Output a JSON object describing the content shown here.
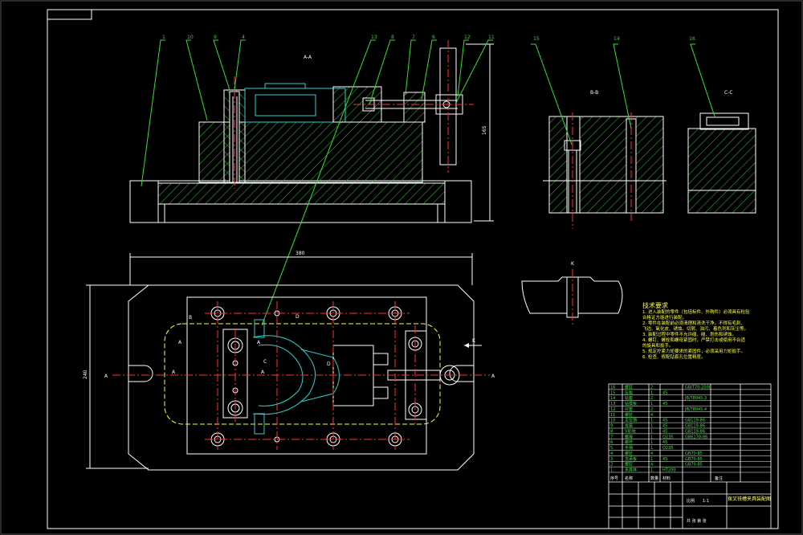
{
  "views": {
    "section_aa": "A-A",
    "section_bb": "B-B",
    "section_cc": "C-C",
    "view_k": "K"
  },
  "dimensions": {
    "top_height": "165",
    "overall_width": "380",
    "plan_height": "240"
  },
  "section_marks": {
    "a": "A",
    "b": "B",
    "c": "C",
    "d": "D",
    "k": "K"
  },
  "leader_numbers": [
    "1",
    "10",
    "9",
    "4",
    "13",
    "8",
    "7",
    "6",
    "12",
    "11",
    "15",
    "14",
    "16"
  ],
  "notes": {
    "title": "技术要求",
    "lines": [
      "1. 进入装配的零件（包括标件、外购件）必须具有检验",
      "合格证方能进行装配。",
      "2. 零件在装配前必须清理和清洗干净，不得有毛刺、",
      "飞边、氧化皮、锈蚀、切屑、油污、着色剂和灰尘等。",
      "3. 装配过程中零件不允许磕、碰、划伤和锈蚀。",
      "4. 螺钉、螺栓和螺母紧固时，严禁打击或使用不合适",
      "的旋具和扳手。",
      "5. 规定拧紧力矩要求的紧固件，必须采用力矩扳手。",
      "6. 检查、修配钻套孔位置精度。"
    ]
  },
  "parts_list": {
    "rows": [
      {
        "no": "16",
        "name": "螺钉",
        "qty": "2",
        "material": "",
        "std": "GB/T70-2000"
      },
      {
        "no": "15",
        "name": "压板",
        "qty": "1",
        "material": "45",
        "std": ""
      },
      {
        "no": "14",
        "name": "钻套",
        "qty": "2",
        "material": "",
        "std": "JB/T8045.3"
      },
      {
        "no": "13",
        "name": "钻模板",
        "qty": "1",
        "material": "45",
        "std": ""
      },
      {
        "no": "12",
        "name": "衬套",
        "qty": "2",
        "material": "",
        "std": "JB/T8045.4"
      },
      {
        "no": "11",
        "name": "螺钉",
        "qty": "4",
        "material": "",
        "std": ""
      },
      {
        "no": "10",
        "name": "定位销",
        "qty": "1",
        "material": "45",
        "std": "GB119-86"
      },
      {
        "no": "9",
        "name": "支座",
        "qty": "1",
        "material": "45",
        "std": "GB119-86"
      },
      {
        "no": "8",
        "name": "V形块",
        "qty": "1",
        "material": "45",
        "std": "GB119-86"
      },
      {
        "no": "7",
        "name": "螺母",
        "qty": "1",
        "material": "Q235",
        "std": "GB6170-86"
      },
      {
        "no": "6",
        "name": "螺杆",
        "qty": "1",
        "material": "45",
        "std": ""
      },
      {
        "no": "5",
        "name": "手柄",
        "qty": "1",
        "material": "Q235",
        "std": ""
      },
      {
        "no": "4",
        "name": "螺钉",
        "qty": "4",
        "material": "",
        "std": "GB70-85"
      },
      {
        "no": "3",
        "name": "支承板",
        "qty": "1",
        "material": "45",
        "std": "GB70-85"
      },
      {
        "no": "2",
        "name": "螺钉",
        "qty": "4",
        "material": "",
        "std": "GB70-85"
      },
      {
        "no": "1",
        "name": "夹具体",
        "qty": "1",
        "material": "HT200",
        "std": ""
      }
    ],
    "header": {
      "no": "序号",
      "name": "名称",
      "qty": "数量",
      "material": "材料",
      "std": "备注"
    }
  },
  "title_block": {
    "drawing_title": "拨叉铣槽夹具装配图",
    "scale_label": "比例",
    "scale": "1:1",
    "sheet": "共 张 第 张"
  },
  "colors": {
    "background": "#000000",
    "outline": "#ffffff",
    "hatch": "#30c030",
    "centerline": "#ff3030",
    "hidden": "#ffff40",
    "leader": "#30e030",
    "part_cyan": "#30d0d0",
    "text": "#ffff40"
  }
}
